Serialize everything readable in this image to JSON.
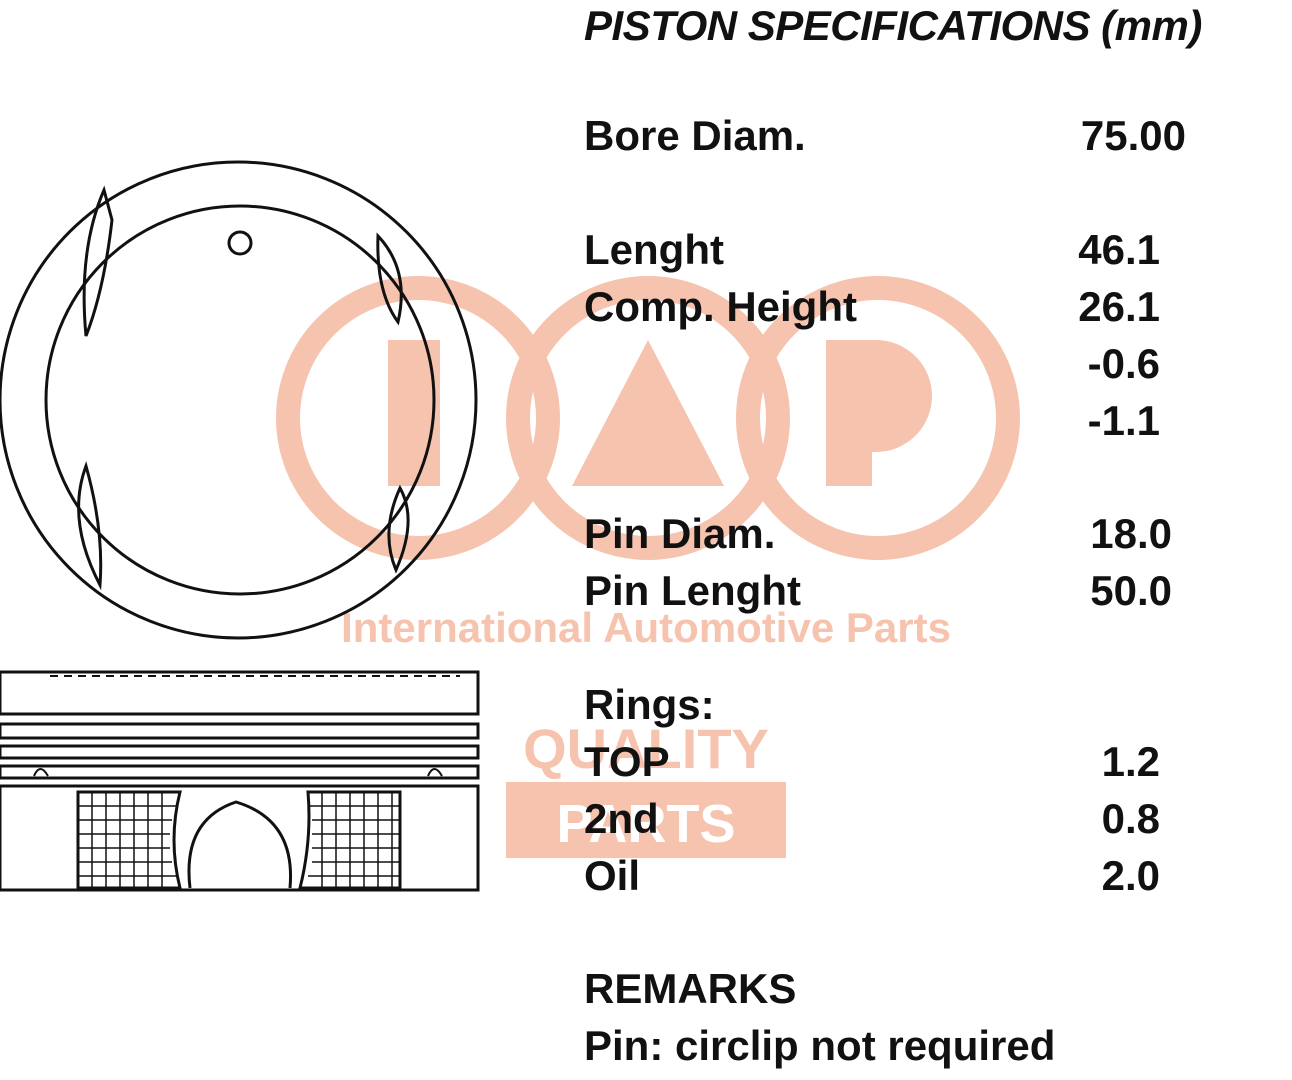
{
  "title": "PISTON SPECIFICATIONS (mm)",
  "specs": {
    "bore_label": "Bore Diam.",
    "bore_value": "75.00",
    "length_label": "Lenght",
    "length_value": "46.1",
    "comp_label": "Comp. Height",
    "comp_value": "26.1",
    "tol_upper": "-0.6",
    "tol_lower": "-1.1",
    "pin_diam_label": "Pin Diam.",
    "pin_diam_value": "18.0",
    "pin_length_label": "Pin Lenght",
    "pin_length_value": "50.0"
  },
  "rings": {
    "heading": "Rings:",
    "top_label": "TOP",
    "top_value": "1.2",
    "second_label": "2nd",
    "second_value": "0.8",
    "oil_label": "Oil",
    "oil_value": "2.0"
  },
  "remarks": {
    "heading": "REMARKS",
    "text": "Pin: circlip not required"
  },
  "watermark": {
    "tagline": "International Automotive Parts",
    "quality": "QUALITY",
    "parts": "PARTS",
    "color": "#f6c3ae"
  },
  "icons": {
    "logo": "iap-logo-icon",
    "piston_top": "piston-top-view-icon",
    "piston_side": "piston-side-view-icon"
  }
}
